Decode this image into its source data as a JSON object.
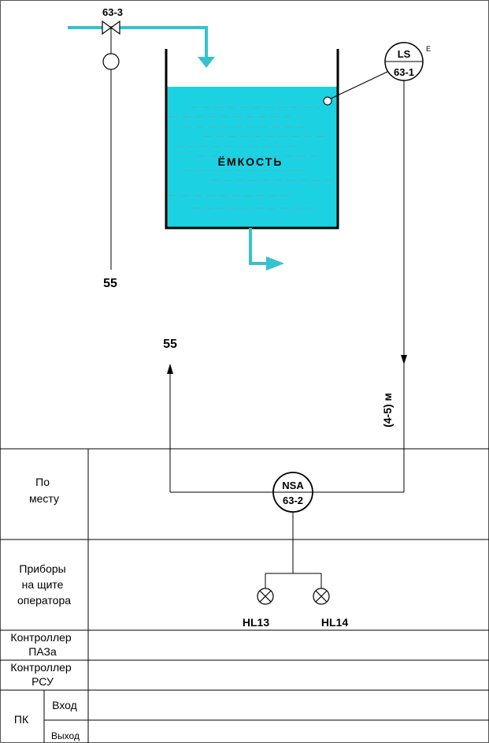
{
  "valve": {
    "tag": "63-3"
  },
  "tank": {
    "label": "ЁМКОСТЬ",
    "liquid_color": "#1cd2e2",
    "pipe_color": "#34c2d0"
  },
  "level_switch": {
    "line1": "LS",
    "line2": "63-1",
    "power_mark": "E"
  },
  "line_refs": {
    "valve_to": "55",
    "output_to": "55"
  },
  "measure_range": "(4-5) м",
  "alarm": {
    "line1": "NSA",
    "line2": "63-2"
  },
  "lamps": {
    "left": "HL13",
    "right": "HL14"
  },
  "rows": {
    "local": {
      "line1": "По",
      "line2": "месту"
    },
    "panel": {
      "line1": "Приборы",
      "line2": "на щите",
      "line3": "оператора"
    },
    "paz": {
      "line1": "Контроллер",
      "line2": "ПАЗа"
    },
    "rsu": {
      "line1": "Контроллер",
      "line2": "РСУ"
    },
    "pc": {
      "label": "ПК",
      "input": "Вход",
      "output": "Выход"
    }
  }
}
